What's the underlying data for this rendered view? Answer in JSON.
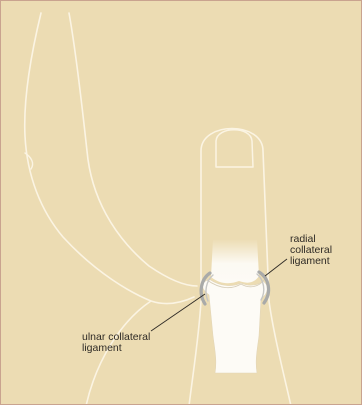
{
  "diagram": {
    "labels": {
      "radial": [
        "radial",
        "collateral",
        "ligament"
      ],
      "ulnar": [
        "ulnar collateral",
        "ligament"
      ]
    }
  },
  "colors": {
    "background": "#ecdcb3",
    "outline": "#fbf4e3",
    "bone": "#fdfbf6",
    "ligament": "#a9aaa9",
    "leader_line": "#2f2b26",
    "frame_border": "#c9a38f"
  }
}
